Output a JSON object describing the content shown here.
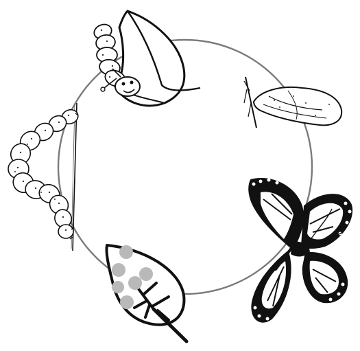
{
  "diagram": {
    "kind": "life-cycle",
    "stages": [
      {
        "name": "eggs-on-leaf",
        "icon": "leaf-with-eggs-icon"
      },
      {
        "name": "caterpillar",
        "icon": "caterpillar-icon"
      },
      {
        "name": "caterpillar-eating-leaf",
        "icon": "caterpillar-eating-leaf-icon"
      },
      {
        "name": "chrysalis",
        "icon": "chrysalis-icon"
      },
      {
        "name": "butterfly",
        "icon": "butterfly-icon"
      }
    ],
    "colors": {
      "cycle_circle": "#7a7a7a",
      "line_art": "#111111",
      "egg": "#b9b9b9"
    },
    "egg_count": 6
  }
}
